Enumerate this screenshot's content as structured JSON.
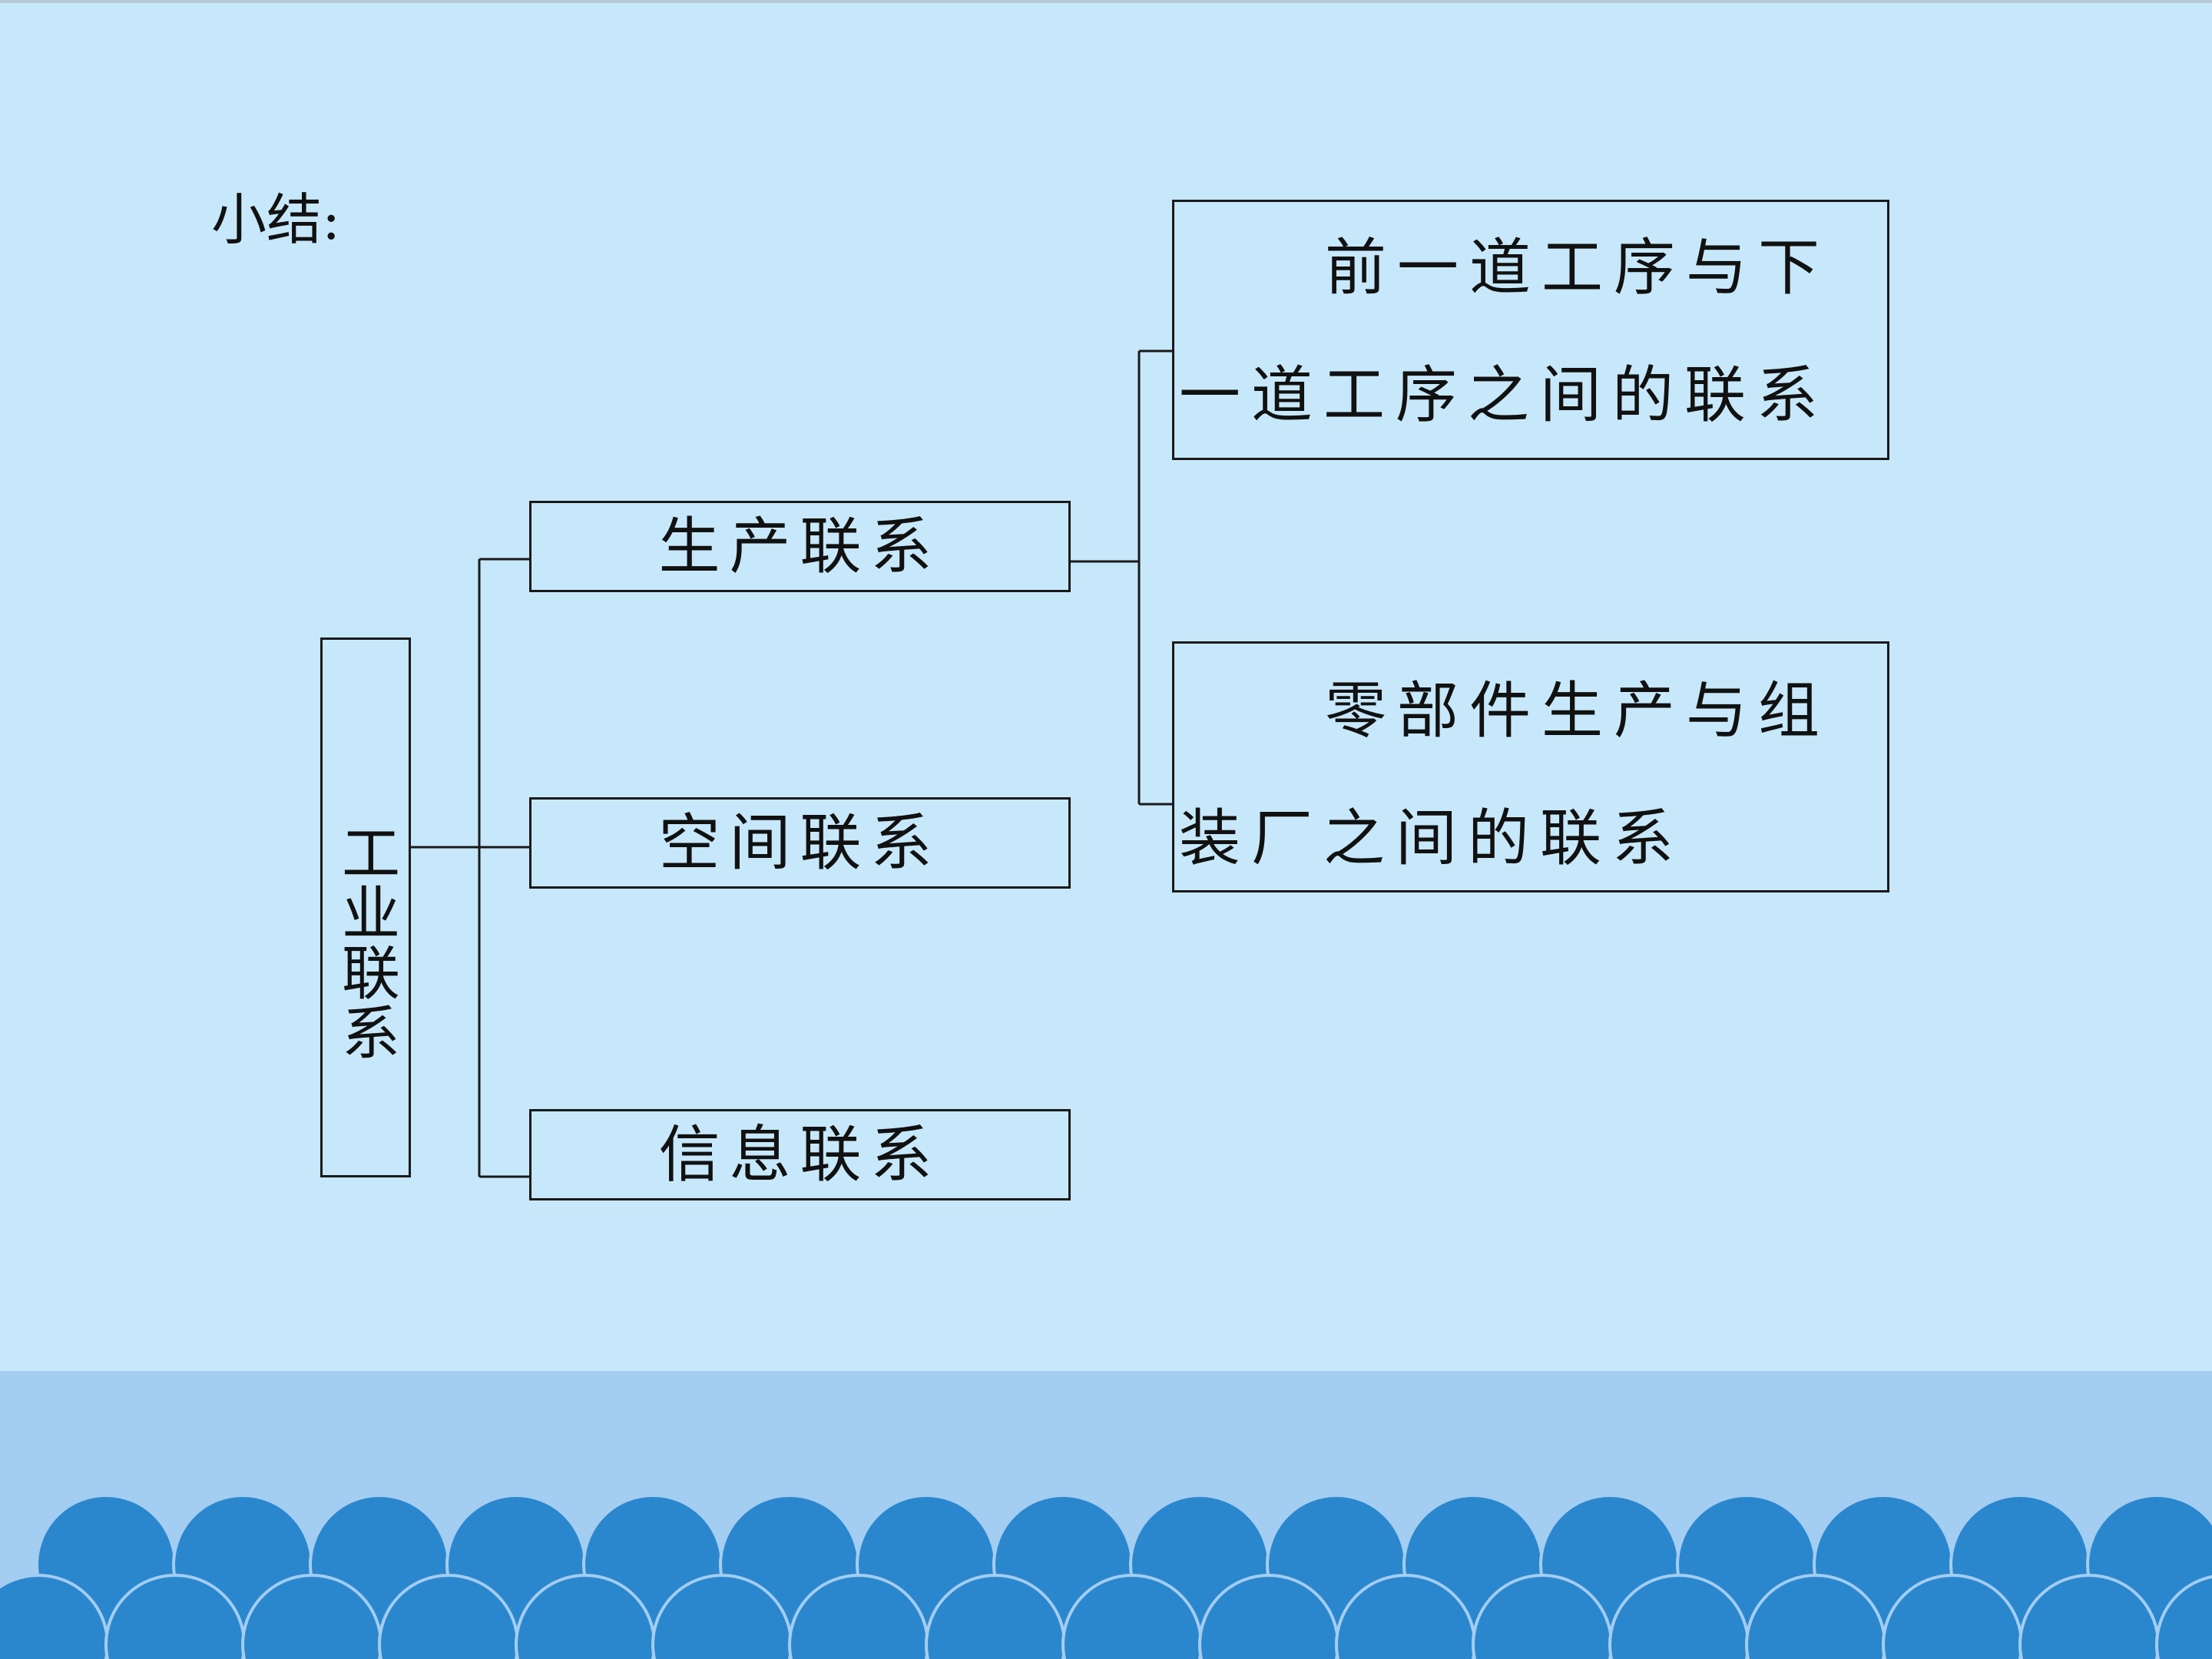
{
  "slide": {
    "title": "小结:"
  },
  "diagram": {
    "root": {
      "label": "工业联系"
    },
    "branches": [
      {
        "label": "生产联系"
      },
      {
        "label": "空间联系"
      },
      {
        "label": "信息联系"
      }
    ],
    "production_details": [
      {
        "label": "前一道工序与下一道工序之间的联系"
      },
      {
        "label": "零部件生产与组装厂之间的联系"
      }
    ]
  },
  "colors": {
    "background": "#c7e8fb",
    "band": "#a3cdf1",
    "scales": "#2b87cd",
    "line": "#1a1a1a"
  }
}
